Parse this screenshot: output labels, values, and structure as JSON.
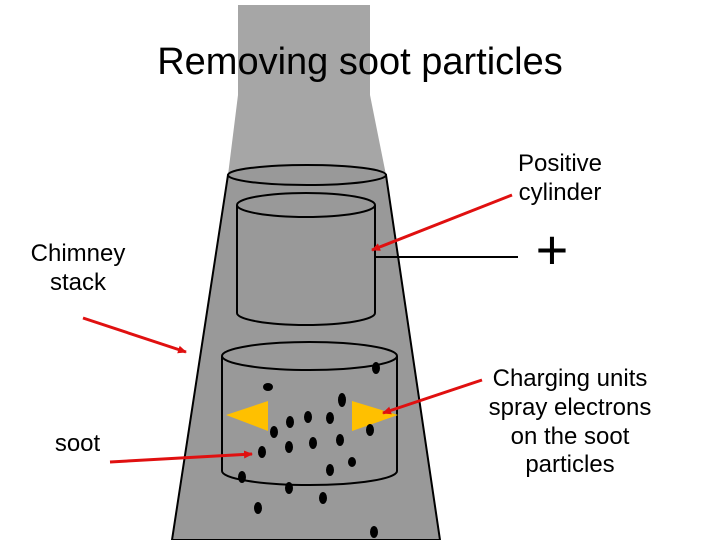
{
  "title": "Removing soot particles",
  "labels": {
    "positive_cylinder": "Positive\ncylinder",
    "chimney_stack": "Chimney\nstack",
    "soot": "soot",
    "charging_units": "Charging units\nspray electrons\non the soot\nparticles",
    "plus": "+"
  },
  "colors": {
    "smoke": "#a6a6a6",
    "chimney": "#999999",
    "outline": "#000000",
    "arrow": "#e01010",
    "nozzle": "#ffc000",
    "soot": "#000000"
  }
}
